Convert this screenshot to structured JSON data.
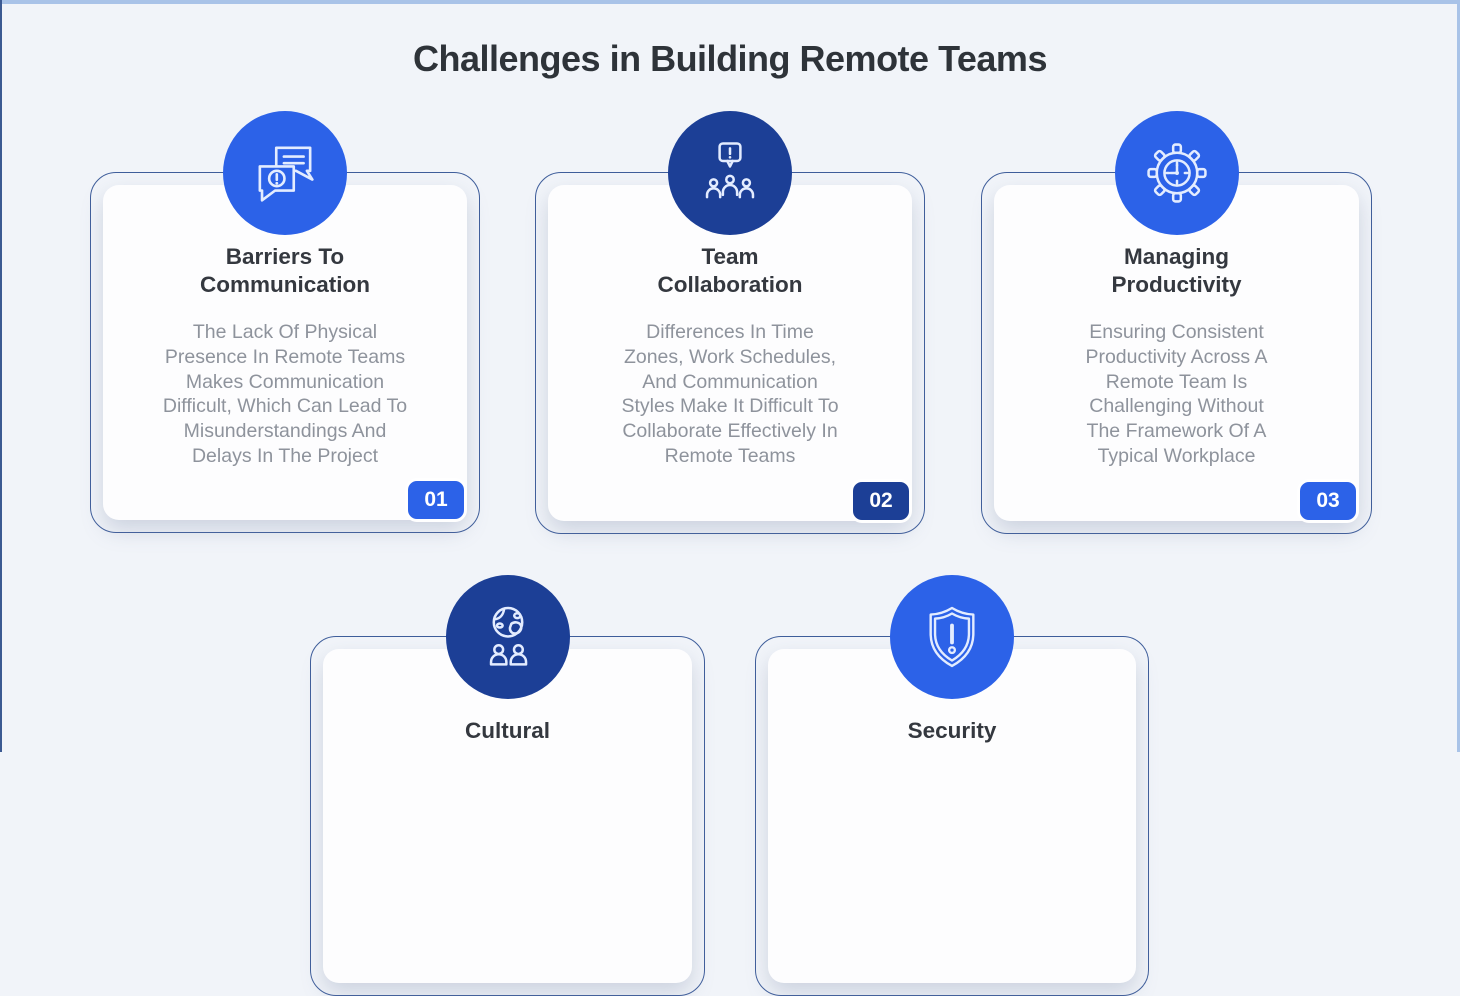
{
  "page": {
    "title": "Challenges in Building Remote Teams"
  },
  "colors": {
    "accent_blue": "#2c62e8",
    "accent_navy": "#1c3f96",
    "page_background": "#f1f4f9",
    "card_border": "#3f5e9b",
    "title_text": "#34383f",
    "body_text": "#8e939c",
    "icon_stroke": "#e3ecff",
    "edge_strip_light": "#a9c3e8"
  },
  "cards": [
    {
      "number": "01",
      "accent": "#2c62e8",
      "icon": "chat-bubbles-icon",
      "title_line1": "Barriers To",
      "title_line2": "Communication",
      "body_lines": [
        "The Lack Of Physical",
        "Presence In Remote Teams",
        "Makes Communication",
        "Difficult, Which Can Lead To",
        "Misunderstandings And",
        "Delays In The Project"
      ]
    },
    {
      "number": "02",
      "accent": "#1c3f96",
      "icon": "alert-team-icon",
      "title_line1": "Team",
      "title_line2": "Collaboration",
      "body_lines": [
        "Differences In Time",
        "Zones, Work Schedules,",
        "And Communication",
        "Styles Make It Difficult To",
        "Collaborate Effectively In",
        "Remote Teams"
      ]
    },
    {
      "number": "03",
      "accent": "#2c62e8",
      "icon": "gear-clock-icon",
      "title_line1": "Managing",
      "title_line2": "Productivity",
      "body_lines": [
        "Ensuring Consistent",
        "Productivity Across A",
        "Remote Team Is",
        "Challenging Without",
        "The Framework Of A",
        "Typical Workplace"
      ]
    },
    {
      "accent": "#1c3f96",
      "icon": "globe-people-icon",
      "title_line1": "Cultural"
    },
    {
      "accent": "#2c62e8",
      "icon": "shield-alert-icon",
      "title_line1": "Security"
    }
  ]
}
